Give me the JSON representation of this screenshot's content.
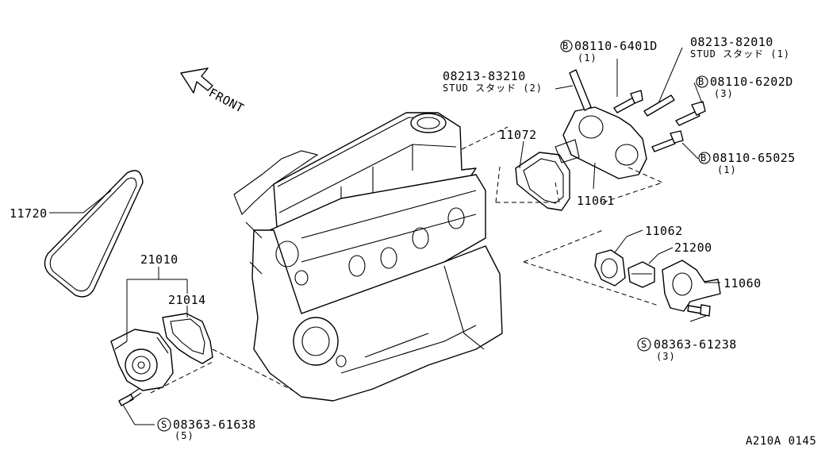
{
  "diagram": {
    "front_label": "FRONT",
    "footer_code": "A210A 0145",
    "parts": {
      "p11720": "11720",
      "p21010": "21010",
      "p21014": "21014",
      "p11072": "11072",
      "p11061": "11061",
      "p11062": "11062",
      "p21200": "21200",
      "p11060": "11060",
      "bolt_6401": {
        "symbol": "B",
        "code": "08110-6401D",
        "qty": "(1)"
      },
      "stud_82010": {
        "code": "08213-82010",
        "desc": "STUD スタッド (1)"
      },
      "stud_83210": {
        "code": "08213-83210",
        "desc": "STUD スタッド (2)"
      },
      "bolt_6202": {
        "symbol": "B",
        "code": "08110-6202D",
        "qty": "(3)"
      },
      "bolt_65025": {
        "symbol": "B",
        "code": "08110-65025",
        "qty": "(1)"
      },
      "screw_61238": {
        "symbol": "S",
        "code": "08363-61238",
        "qty": "(3)"
      },
      "screw_61638": {
        "symbol": "S",
        "code": "08363-61638",
        "qty": "(5)"
      }
    }
  }
}
